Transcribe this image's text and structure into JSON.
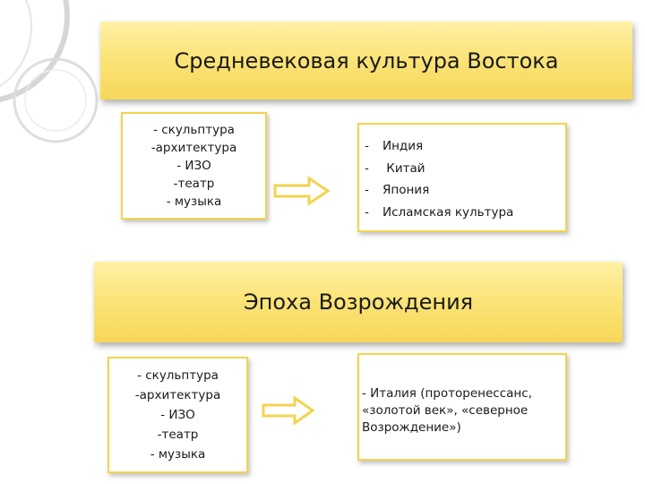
{
  "slide": {
    "banner_top": {
      "title": "Средневековая культура Востока"
    },
    "types_top": {
      "items": [
        "- скульптура",
        "-архитектура",
        "- ИЗО",
        "-театр",
        "- музыка"
      ]
    },
    "regions_top": {
      "items": [
        "Индия",
        " Китай",
        "Япония",
        "Исламская культура"
      ]
    },
    "banner_bottom": {
      "title": "Эпоха Возрождения"
    },
    "types_bottom": {
      "items": [
        "- скульптура",
        "-архитектура",
        "- ИЗО",
        "-театр",
        "- музыка"
      ]
    },
    "regions_bottom": {
      "lines": [
        "- Италия (проторенессанс,",
        "«золотой век», «северное",
        "Возрождение»)"
      ]
    }
  },
  "colors": {
    "banner_fill": "#fbe47a",
    "box_border": "#f2d44f",
    "arrow_stroke": "#f2d44f",
    "decor_ring": "#d9d9d9"
  },
  "icons": [
    "arrow-right-icon"
  ]
}
